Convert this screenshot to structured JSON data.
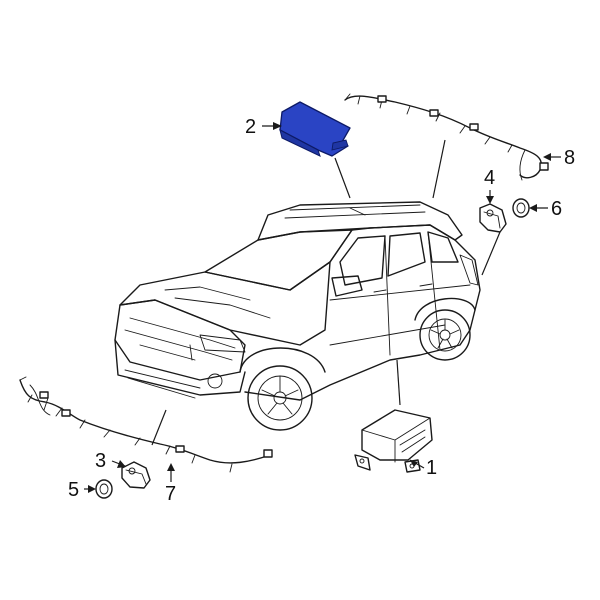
{
  "colors": {
    "highlight_fill": "#2a44c4",
    "highlight_stroke": "#0d1a66",
    "line": "#1a1a1a"
  },
  "callouts": [
    {
      "id": "1",
      "label": "1",
      "part": "control-module"
    },
    {
      "id": "2",
      "label": "2",
      "part": "parking-aid-module-highlighted"
    },
    {
      "id": "3",
      "label": "3",
      "part": "front-sensor"
    },
    {
      "id": "4",
      "label": "4",
      "part": "rear-sensor"
    },
    {
      "id": "5",
      "label": "5",
      "part": "front-sensor-bezel"
    },
    {
      "id": "6",
      "label": "6",
      "part": "rear-sensor-bezel"
    },
    {
      "id": "7",
      "label": "7",
      "part": "front-wiring-harness"
    },
    {
      "id": "8",
      "label": "8",
      "part": "rear-wiring-harness"
    }
  ]
}
